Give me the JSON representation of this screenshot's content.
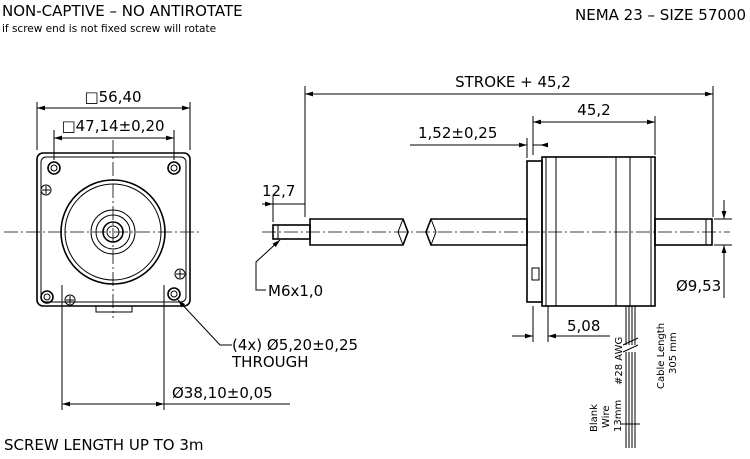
{
  "header": {
    "title_left": "NON-CAPTIVE – NO ANTIROTATE",
    "subtitle_left": "if screw end is not fixed screw will rotate",
    "title_right": "NEMA 23 – SIZE 57000"
  },
  "front_view": {
    "dim_outer": "□56,40",
    "dim_holes": "□47,14±0,20",
    "dim_pilot": "Ø38,10±0,05",
    "hole_note_line1": "(4x) Ø5,20±0,25",
    "hole_note_line2": "THROUGH"
  },
  "side_view": {
    "dim_stroke": "STROKE + 45,2",
    "dim_body": "45,2",
    "dim_flange": "1,52±0,25",
    "dim_tip": "12,7",
    "thread": "M6x1,0",
    "dim_screw_dia": "Ø9,53",
    "dim_pilot_len": "5,08",
    "wire_awg": "#28 AWG",
    "cable_line1": "Cable Length",
    "cable_line2": "305 mm",
    "blank_line1": "Blank",
    "blank_line2": "Wire",
    "blank_line3": "13mm"
  },
  "footer": {
    "screw_length": "SCREW LENGTH UP TO 3m"
  }
}
